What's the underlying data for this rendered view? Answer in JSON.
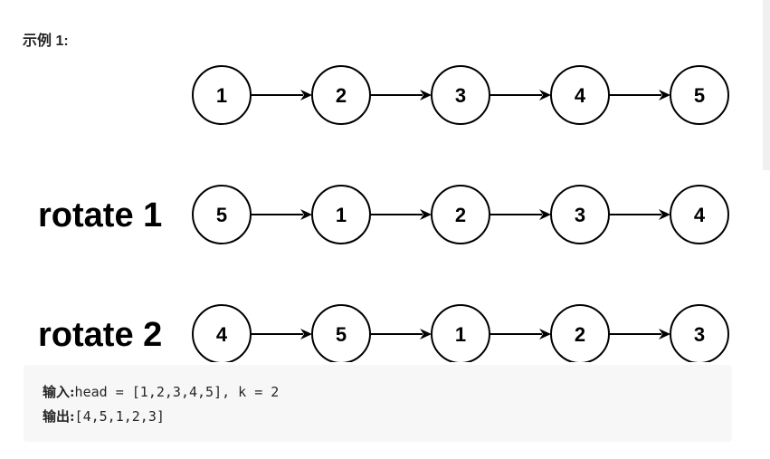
{
  "heading": "示例 1:",
  "diagram": {
    "rows": [
      {
        "label": "",
        "nodes": [
          "1",
          "2",
          "3",
          "4",
          "5"
        ]
      },
      {
        "label": "rotate 1",
        "nodes": [
          "5",
          "1",
          "2",
          "3",
          "4"
        ]
      },
      {
        "label": "rotate 2",
        "nodes": [
          "4",
          "5",
          "1",
          "2",
          "3"
        ]
      }
    ]
  },
  "example": {
    "input_label": "输入:",
    "input_value": "head = [1,2,3,4,5], k = 2",
    "output_label": "输出:",
    "output_value": "[4,5,1,2,3]"
  }
}
